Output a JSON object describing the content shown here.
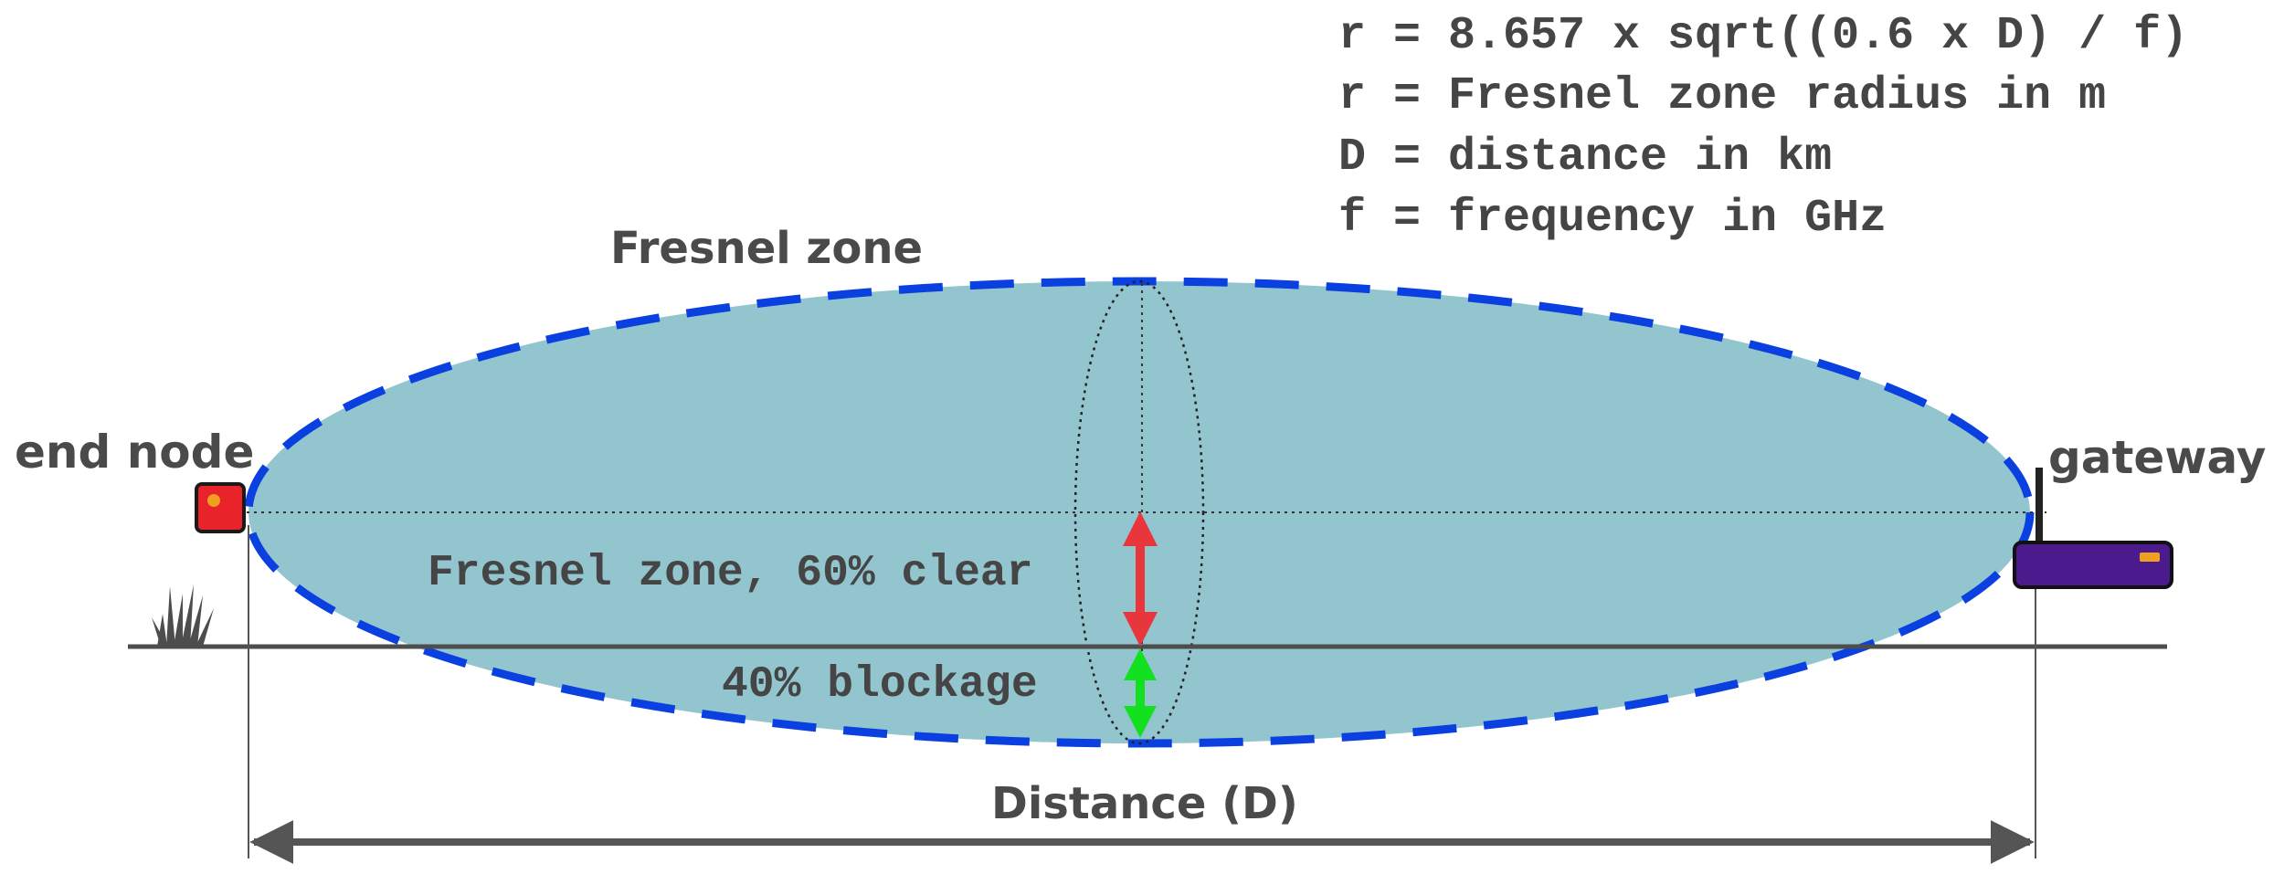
{
  "formula": {
    "lines": [
      "r = 8.657 x sqrt((0.6 x D) / f)",
      "r = Fresnel zone radius in m",
      "D = distance in km",
      "f = frequency in GHz"
    ]
  },
  "labels": {
    "fresnel_zone": "Fresnel zone",
    "end_node": "end node",
    "gateway": "gateway",
    "clear": "Fresnel zone, 60% clear",
    "blockage": "40% blockage",
    "distance": "Distance (D)"
  },
  "colors": {
    "ellipse_fill": "#93c5cf",
    "ellipse_stroke": "#0a3fe0",
    "clear_arrow": "#e8373c",
    "blockage_arrow": "#13e01f",
    "end_node": "#e8232a",
    "gateway": "#4b1a8c",
    "ground": "#4d4d4d"
  },
  "icons": {
    "end_node": "end-node-device-icon",
    "gateway": "gateway-antenna-icon",
    "grass": "grass-icon"
  }
}
